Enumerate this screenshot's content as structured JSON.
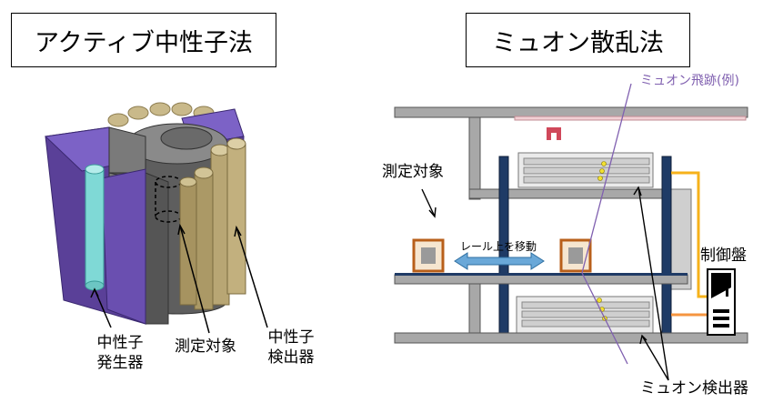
{
  "left_panel": {
    "title": "アクティブ中性子法",
    "labels": {
      "neutron_generator": [
        "中性子",
        "発生器"
      ],
      "measurement_target": "測定対象",
      "neutron_detector": [
        "中性子",
        "検出器"
      ]
    }
  },
  "right_panel": {
    "title": "ミュオン散乱法",
    "labels": {
      "muon_track": "ミュオン飛跡(例)",
      "measurement_target": "測定対象",
      "rail_move": "レール上を移動",
      "control_panel": "制御盤",
      "muon_detector": "ミュオン検出器"
    }
  },
  "colors": {
    "purple": "#6a4fb0",
    "cyan": "#7fd9d6",
    "tan": "#b8a674",
    "gray_frame": "#a8a8a8",
    "navy_post": "#1f3b66",
    "orange_box": "#b85f1a",
    "rail_arrow": "#6aa8d8",
    "cable": "#f6b21b",
    "red_mark": "#d0485a"
  }
}
